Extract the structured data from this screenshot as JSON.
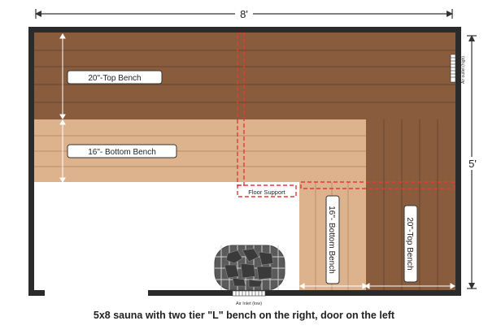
{
  "dimensions": {
    "width": "8'",
    "height": "5'"
  },
  "benches": {
    "top_left": "20\"-Top Bench",
    "bottom_left": "16\"- Bottom Bench",
    "bottom_right": "16\"- Bottom Bench",
    "top_right": "20\"-Top Bench"
  },
  "labels": {
    "floor_support": "Floor Support",
    "air_outlet": "Air outlet (high)",
    "air_inlet": "Air Inlet (low)"
  },
  "caption": "5x8 sauna with two tier \"L\" bench on the right, door on the left",
  "colors": {
    "wall": "#2b2b2b",
    "top_wood": "#8a5c3e",
    "bottom_wood": "#dcb38d",
    "plank_line": "#6e4a32",
    "support_dash": "#e53935"
  }
}
